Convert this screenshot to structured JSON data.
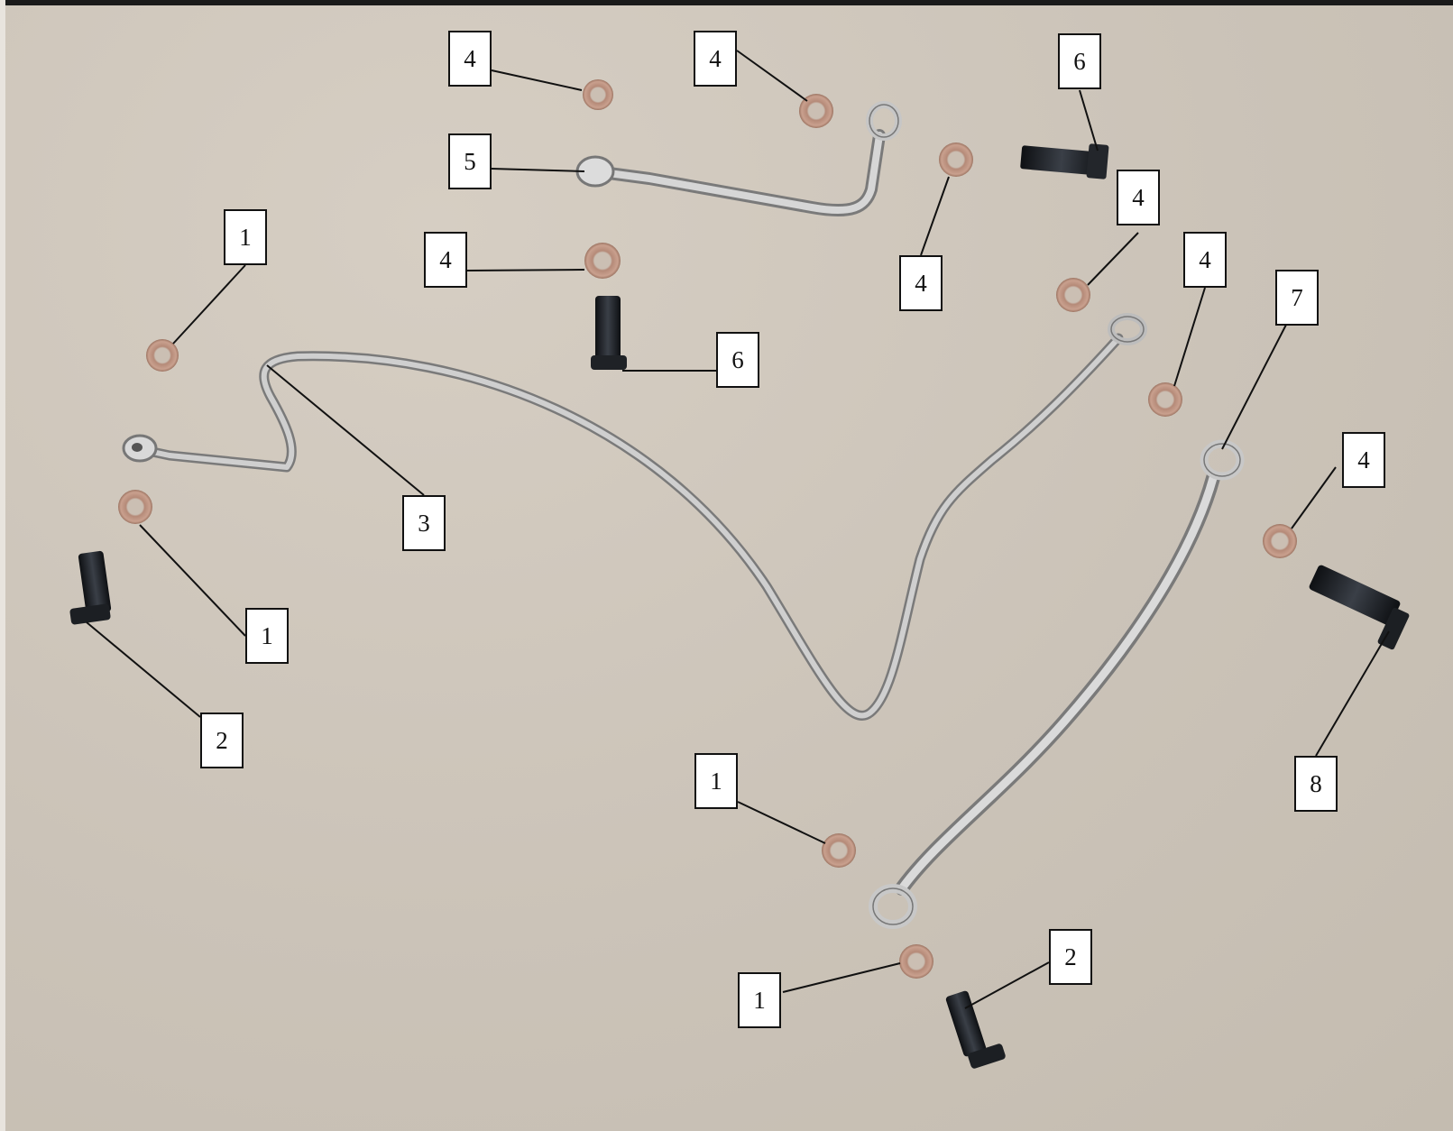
{
  "colors": {
    "background": "#cbc3b8",
    "tube": "#c9c9c9",
    "tube_shadow": "#7f7f7f",
    "washer": "#c29a88",
    "bolt": "#1e2024",
    "leader": "#111111"
  },
  "callouts": [
    {
      "id": "c-4a",
      "label": "4",
      "part": "copper-washer"
    },
    {
      "id": "c-4b",
      "label": "4",
      "part": "copper-washer"
    },
    {
      "id": "c-6a",
      "label": "6",
      "part": "banjo-bolt"
    },
    {
      "id": "c-5",
      "label": "5",
      "part": "oil-pipe-short"
    },
    {
      "id": "c-4c",
      "label": "4",
      "part": "copper-washer"
    },
    {
      "id": "c-1a",
      "label": "1",
      "part": "copper-washer"
    },
    {
      "id": "c-4d",
      "label": "4",
      "part": "copper-washer"
    },
    {
      "id": "c-4e",
      "label": "4",
      "part": "copper-washer"
    },
    {
      "id": "c-4f",
      "label": "4",
      "part": "copper-washer"
    },
    {
      "id": "c-7",
      "label": "7",
      "part": "oil-pipe-straight"
    },
    {
      "id": "c-6b",
      "label": "6",
      "part": "banjo-bolt"
    },
    {
      "id": "c-3",
      "label": "3",
      "part": "oil-pipe-long"
    },
    {
      "id": "c-4g",
      "label": "4",
      "part": "copper-washer"
    },
    {
      "id": "c-1b",
      "label": "1",
      "part": "copper-washer"
    },
    {
      "id": "c-2a",
      "label": "2",
      "part": "banjo-bolt"
    },
    {
      "id": "c-8",
      "label": "8",
      "part": "banjo-bolt-long"
    },
    {
      "id": "c-1c",
      "label": "1",
      "part": "copper-washer"
    },
    {
      "id": "c-2b",
      "label": "2",
      "part": "banjo-bolt"
    },
    {
      "id": "c-1d",
      "label": "1",
      "part": "copper-washer"
    }
  ]
}
